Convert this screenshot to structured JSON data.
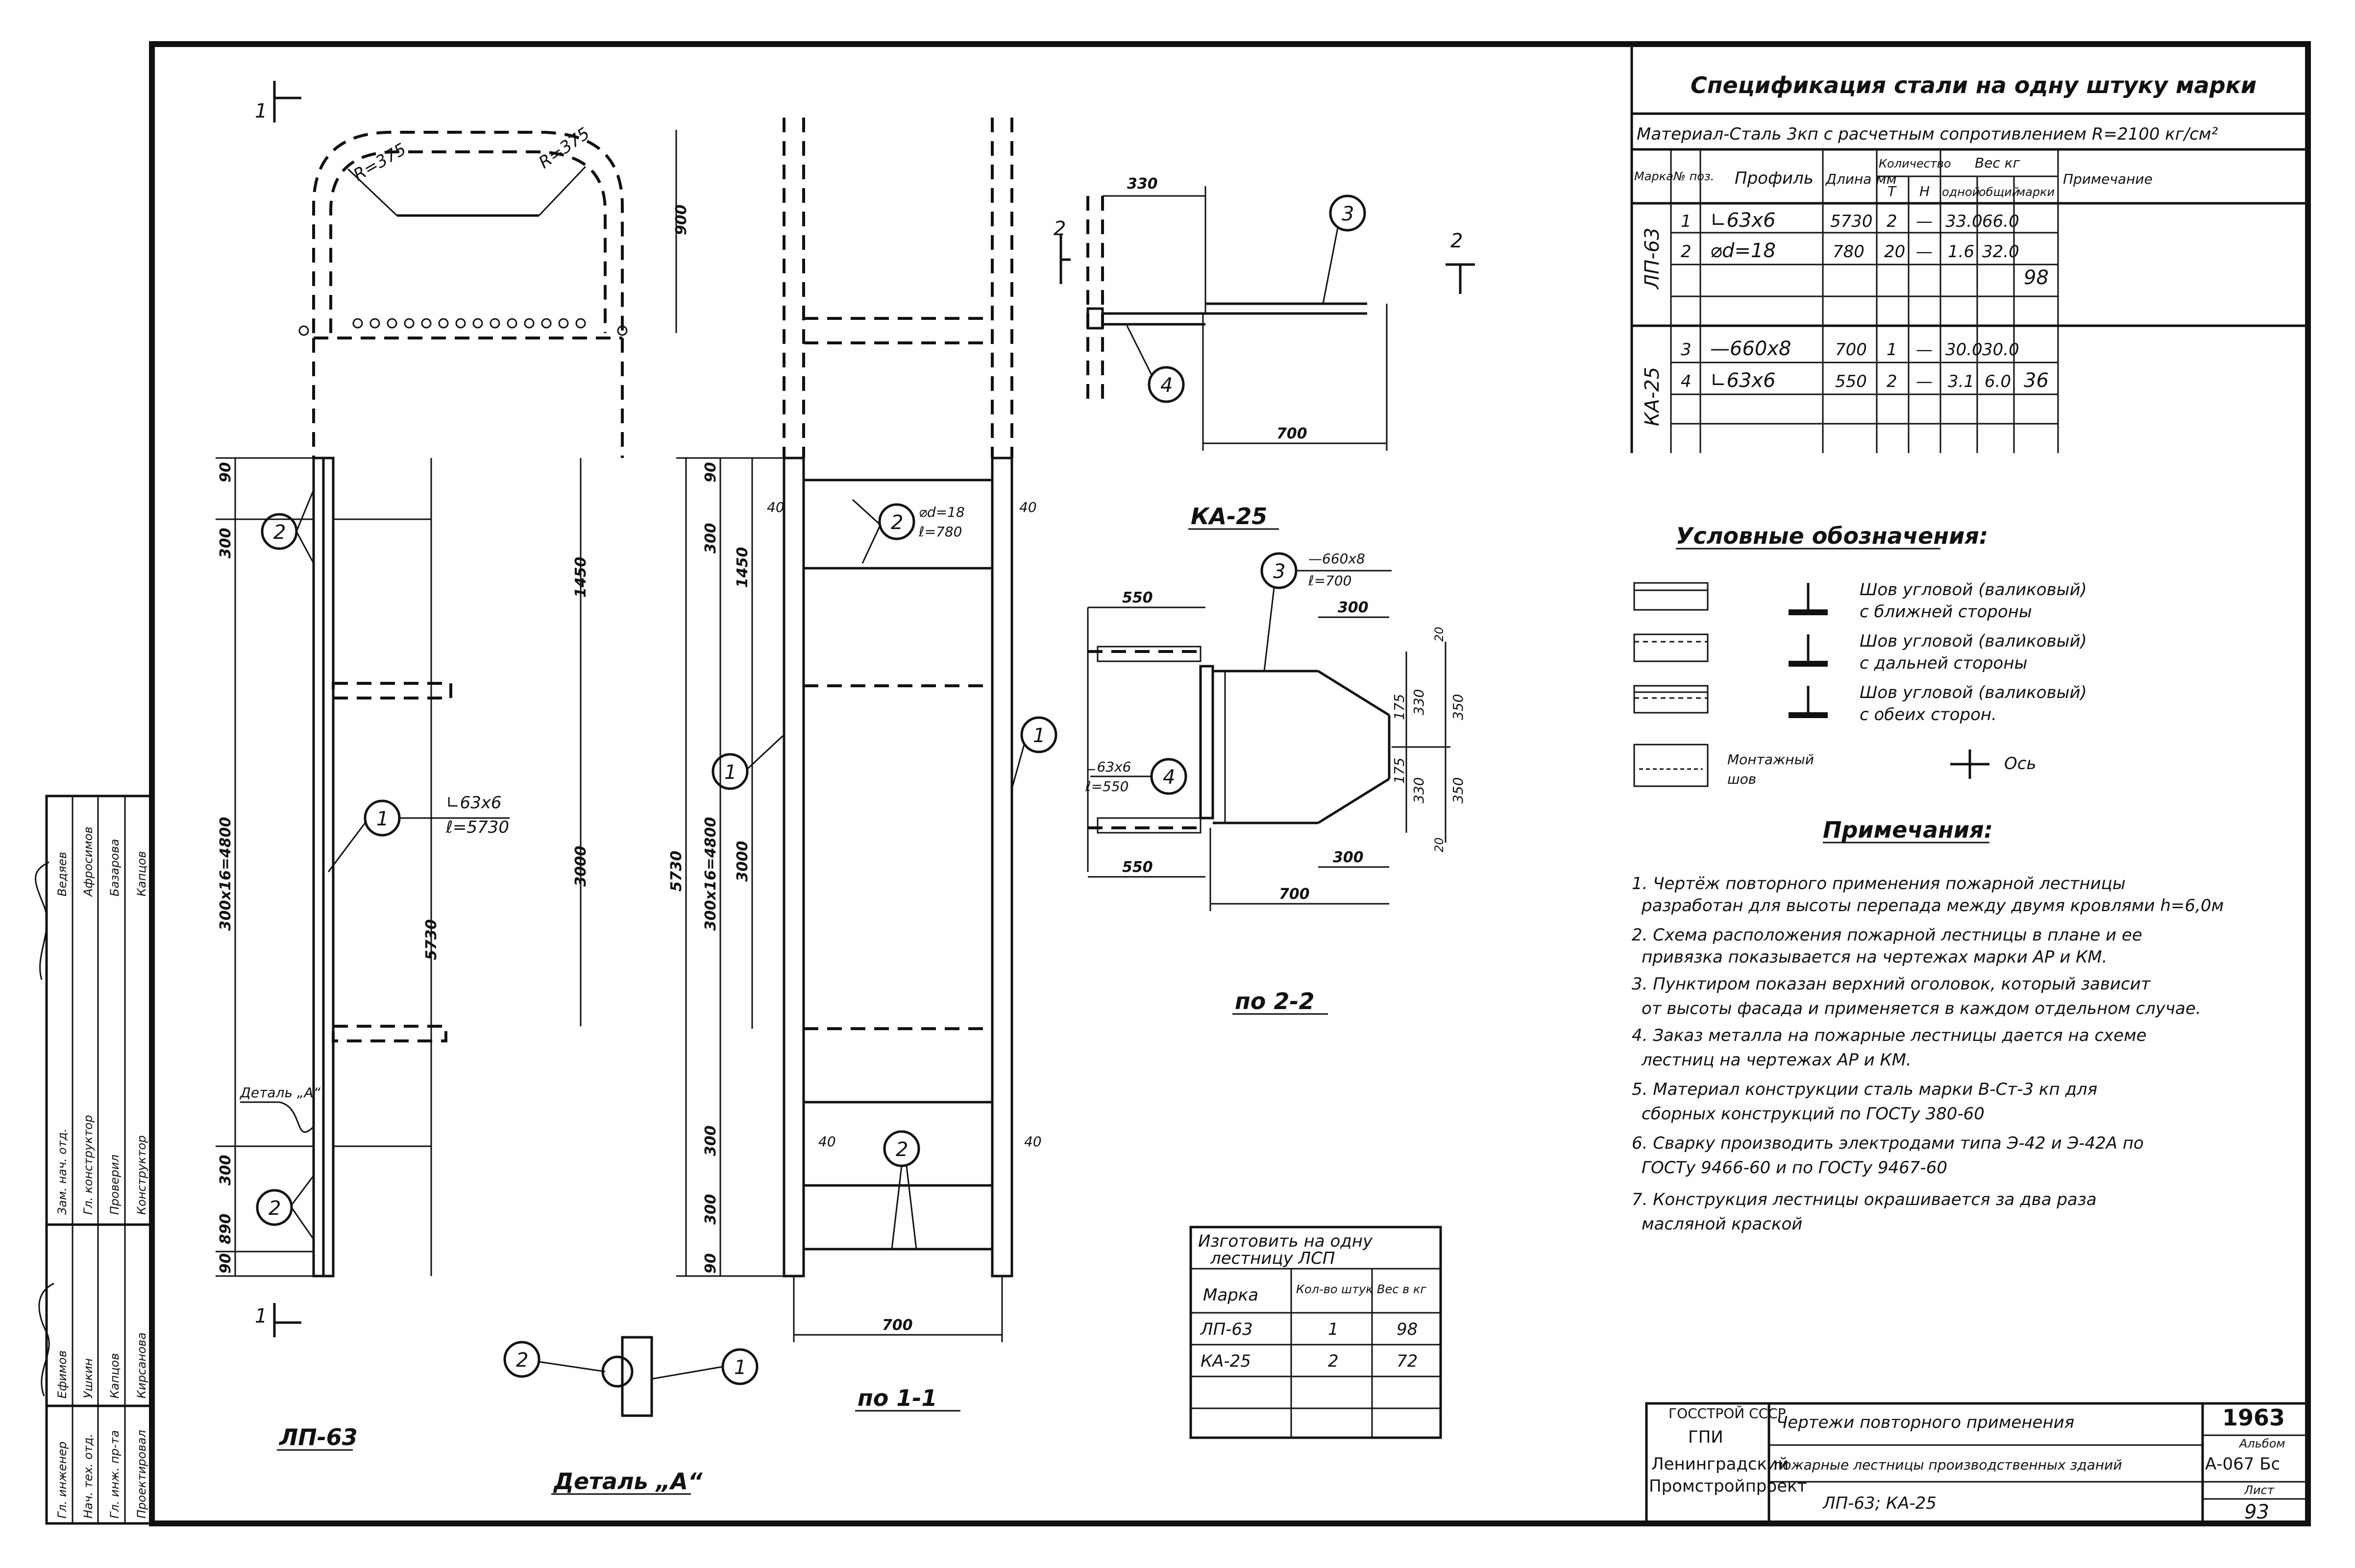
{
  "spec_table": {
    "title": "Спецификация стали на одну штуку марки",
    "material": "Материал-Сталь 3кп с расчетным сопротивлением R=2100 кг/см²",
    "headers": {
      "mark": "Марка",
      "pos": "№ поз.",
      "profile": "Профиль",
      "length": "Длина мм",
      "qty": "Количество",
      "qty_t": "Т",
      "qty_n": "Н",
      "weight": "Вес кг",
      "w_one": "одной",
      "w_total": "общий",
      "w_mark": "марки",
      "note": "Примечание"
    },
    "groups": [
      {
        "mark": "ЛП-63",
        "mark_weight": "98",
        "rows": [
          {
            "pos": "1",
            "profile": "∟63х6",
            "length": "5730",
            "t": "2",
            "n": "—",
            "one": "33.0",
            "total": "66.0"
          },
          {
            "pos": "2",
            "profile": "⌀d=18",
            "length": "780",
            "t": "20",
            "n": "—",
            "one": "1.6",
            "total": "32.0"
          }
        ]
      },
      {
        "mark": "КА-25",
        "mark_weight": "36",
        "rows": [
          {
            "pos": "3",
            "profile": "—660х8",
            "length": "700",
            "t": "1",
            "n": "—",
            "one": "30.0",
            "total": "30.0"
          },
          {
            "pos": "4",
            "profile": "∟63х6",
            "length": "550",
            "t": "2",
            "n": "—",
            "one": "3.1",
            "total": "6.0"
          }
        ]
      }
    ]
  },
  "legend": {
    "title": "Условные обозначения:",
    "items": [
      {
        "l1": "Шов угловой (валиковый)",
        "l2": "с ближней стороны"
      },
      {
        "l1": "Шов угловой (валиковый)",
        "l2": "с дальней стороны"
      },
      {
        "l1": "Шов угловой (валиковый)",
        "l2": "с обеих сторон."
      }
    ],
    "montage_l1": "Монтажный",
    "montage_l2": "шов",
    "axis_label": "Ось"
  },
  "notes": {
    "title": "Примечания:",
    "lines": [
      "1. Чертёж повторного применения пожарной лестницы",
      "разработан для высоты перепада между двумя кровлями h=6,0м",
      "2. Схема расположения пожарной лестницы в плане и ее",
      "привязка показывается на чертежах марки АР и КМ.",
      "3. Пунктиром показан верхний оголовок, который зависит",
      "от высоты фасада и применяется в каждом отдельном случае.",
      "4. Заказ металла на пожарные лестницы дается на схеме",
      "лестниц на чертежах АР и КМ.",
      "5. Материал конструкции сталь марки В-Ст-3 кп для",
      "сборных конструкций по ГОСТу 380-60",
      "6. Сварку производить электродами типа Э-42 и Э-42А по",
      "ГОСТу 9466-60 и по ГОСТу 9467-60",
      "7. Конструкция лестницы окрашивается за два раза",
      "масляной краской"
    ]
  },
  "make_table": {
    "title1": "Изготовить на одну",
    "title2": "лестницу ЛСП",
    "h_mark": "Марка",
    "h_qty": "Кол-во штук",
    "h_weight": "Вес в кг",
    "rows": [
      {
        "mark": "ЛП-63",
        "qty": "1",
        "weight": "98"
      },
      {
        "mark": "КА-25",
        "qty": "2",
        "weight": "72"
      }
    ]
  },
  "title_block": {
    "org1": "ГОССТРОЙ СССР",
    "org2": "ГПИ",
    "org3": "Ленинградский",
    "org4": "Промстройпроект",
    "desc1": "Чертежи повторного применения",
    "desc2": "пожарные лестницы производственных зданий",
    "desc3": "ЛП-63;  КА-25",
    "year": "1963",
    "album_label": "Альбом",
    "album": "А-067 Бс",
    "sheet_label": "Лист",
    "sheet": "93"
  },
  "side_stamp": {
    "rows": [
      {
        "role": "Гл. инженер",
        "name": "Ефимов",
        "role2": "Зам. нач. отд.",
        "name2": "Ведяев"
      },
      {
        "role": "Нач. тех. отд.",
        "name": "Ушкин",
        "role2": "Гл. конструктор",
        "name2": "Афросимов"
      },
      {
        "role": "Гл. инж. пр-та",
        "name": "Капцов",
        "role2": "Проверил",
        "name2": "Базарова"
      },
      {
        "role": "Проектировал",
        "name": "Кирсанова",
        "role2": "Конструктор",
        "name2": "Капцов"
      }
    ]
  },
  "drawing": {
    "view_lp63": "ЛП-63",
    "view_11": "по 1-1",
    "view_ka25": "КА-25",
    "view_22": "по 2-2",
    "view_detail": "Деталь „А“",
    "detail_callout": "Деталь „А“",
    "section1": "1",
    "section2": "2",
    "pos1": "1",
    "pos2": "2",
    "pos3": "3",
    "pos4": "4",
    "r1": "R=375",
    "r2": "R=375",
    "d300": "300",
    "d1450": "1450",
    "d3000": "3000",
    "d5730": "5730",
    "d_step": "300х16=4800",
    "d90": "90",
    "d900": "900",
    "d_890": "890",
    "d_angle": "∟63х6",
    "d_len": "ℓ=5730",
    "d_bar": "⌀d=18",
    "d_bar_len": "ℓ=780",
    "d40": "40",
    "d700": "700",
    "d550": "550",
    "d330": "330",
    "d175": "175",
    "d350": "350",
    "d20": "20",
    "d_plate": "—660х8",
    "d_plate_len": "ℓ=700",
    "d_short_angle": "∟63х6",
    "d_short_len": "ℓ=550"
  }
}
